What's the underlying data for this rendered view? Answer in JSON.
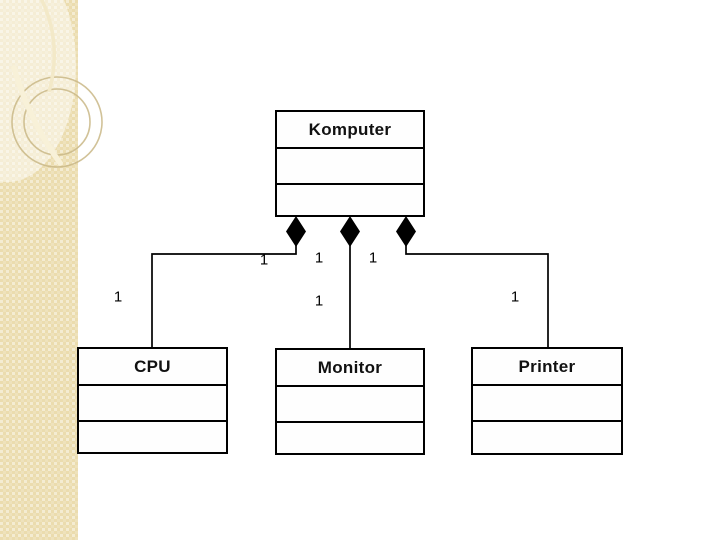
{
  "slide": {
    "background_color": "#ffffff",
    "sidebar": {
      "base_color": "#ebdcae",
      "texture_light_color": "#f4ecd2",
      "ring_color": "#c9b786",
      "highlight_arc_color": "#f8f1d8",
      "decorations": [
        "checker-weave-texture",
        "translucent-highlight-oval",
        "double-ring-circle",
        "cream-arcs"
      ]
    }
  },
  "diagram": {
    "type": "uml-class-diagram",
    "classes": [
      {
        "name": "Komputer",
        "attributes": [],
        "operations": []
      },
      {
        "name": "CPU",
        "attributes": [],
        "operations": []
      },
      {
        "name": "Monitor",
        "attributes": [],
        "operations": []
      },
      {
        "name": "Printer",
        "attributes": [],
        "operations": []
      }
    ],
    "relationships": [
      {
        "from": "Komputer",
        "to": "CPU",
        "type": "composition",
        "marker": "filled-diamond-at-parent",
        "parent_multiplicity": "1",
        "child_multiplicity": "1"
      },
      {
        "from": "Komputer",
        "to": "Monitor",
        "type": "composition",
        "marker": "filled-diamond-at-parent",
        "parent_multiplicity": "1",
        "child_multiplicity": "1"
      },
      {
        "from": "Komputer",
        "to": "Printer",
        "type": "composition",
        "marker": "filled-diamond-at-parent",
        "parent_multiplicity": "1",
        "child_multiplicity": "1"
      }
    ],
    "line_color": "#000000"
  }
}
